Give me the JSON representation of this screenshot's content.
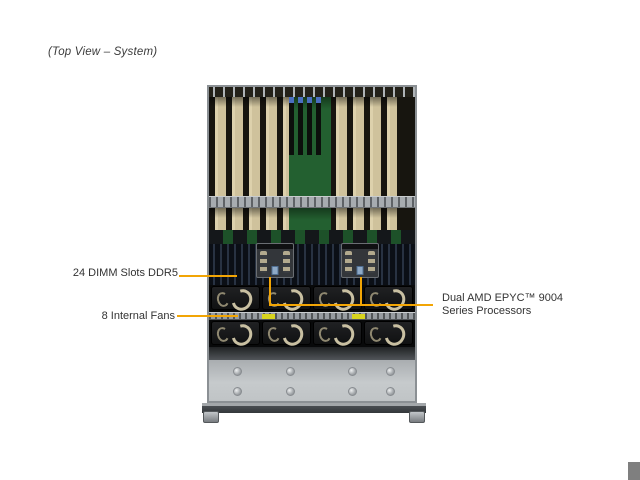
{
  "window": {
    "background": "#ffffff"
  },
  "figure": {
    "caption": "(Top View – System)",
    "callouts": {
      "dimm": {
        "label": "24 DIMM Slots DDR5"
      },
      "fans": {
        "label": "8 Internal Fans"
      },
      "processors": {
        "line1": "Dual AMD EPYC™ 9004",
        "line2": "Series Processors"
      }
    },
    "colors": {
      "leader_line": "#F2A505",
      "label_text": "#333333",
      "pcb_green": "#236030",
      "slot_tan": "#D9CDA8",
      "chassis_frame": "#8B9094",
      "front_panel_gray": "#C2C6C8",
      "fan_blade_accent": "#C9C0A2",
      "service_label_yellow": "#D8D41E",
      "scrollbar_corner": "#7F7F7F"
    }
  }
}
